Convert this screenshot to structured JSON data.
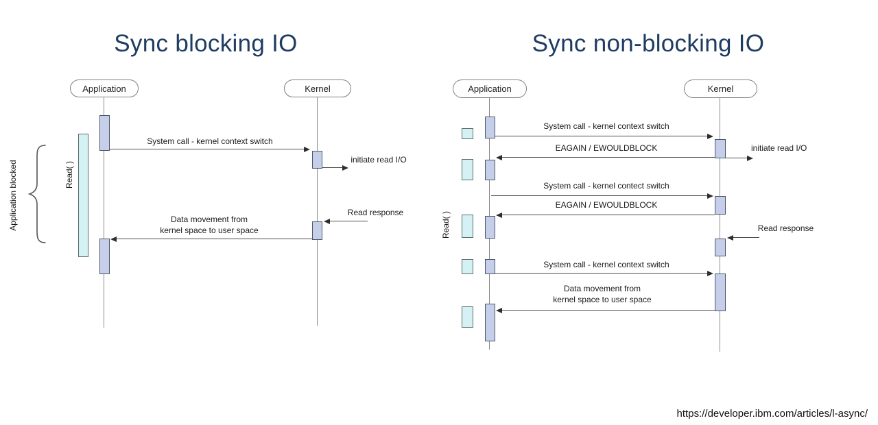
{
  "colors": {
    "title_text": "#1f3c61",
    "activation_fill": "#c6cfe9",
    "activation_border": "#4d5566",
    "read_block_fill": "#d4f1f3",
    "read_block_border": "#5c6b6e",
    "arrow_line": "#4a4a4a",
    "lifeline": "#8a8a8a",
    "background": "#ffffff"
  },
  "left_diagram": {
    "title": "Sync blocking IO",
    "application_label": "Application",
    "kernel_label": "Kernel",
    "bracket_label": "Application blocked",
    "read_label": "Read( )",
    "messages": {
      "syscall": "System call - kernel context switch",
      "initiate_read": "initiate read I/O",
      "read_response": "Read response",
      "data_movement_line1": "Data movement from",
      "data_movement_line2": "kernel space to user space"
    }
  },
  "right_diagram": {
    "title": "Sync non-blocking IO",
    "application_label": "Application",
    "kernel_label": "Kernel",
    "read_label": "Read( )",
    "messages": {
      "syscall_1": "System call - kernel context switch",
      "eagain_1": "EAGAIN / EWOULDBLOCK",
      "syscall_2": "System call - kernel contect switch",
      "eagain_2": "EAGAIN / EWOULDBLOCK",
      "initiate_read": "initiate read I/O",
      "read_response": "Read response",
      "syscall_3": "System call - kernel context switch",
      "data_movement_line1": "Data movement from",
      "data_movement_line2": "kernel space to user space"
    }
  },
  "footer": {
    "source_url": "https://developer.ibm.com/articles/l-async/"
  }
}
